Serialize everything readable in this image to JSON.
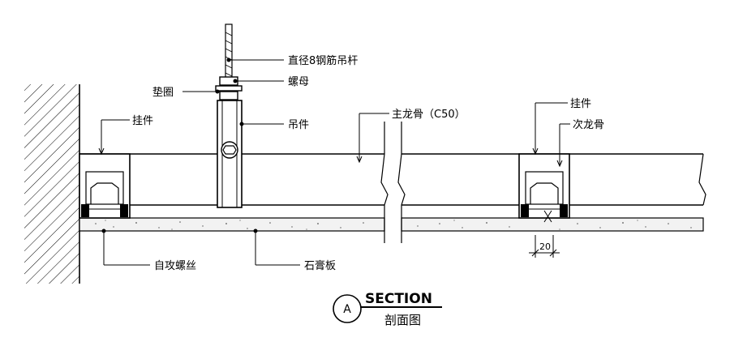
{
  "labels": {
    "rod": "直径8钢筋吊杆",
    "nut": "螺母",
    "washer": "垫圈",
    "hanger": "吊件",
    "clip_left": "挂件",
    "main_keel": "主龙骨（C50）",
    "clip_right": "挂件",
    "secondary_keel": "次龙骨",
    "screw": "自攻螺丝",
    "gypsum_board": "石膏板"
  },
  "dimension": "20",
  "section": {
    "mark": "A",
    "title": "SECTION",
    "subtitle": "剖面图"
  }
}
